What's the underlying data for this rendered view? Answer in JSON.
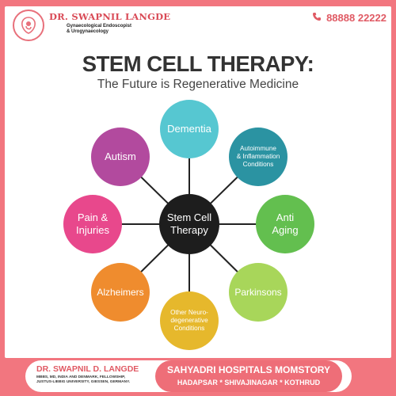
{
  "header": {
    "brand_name": "DR. SWAPNIL LANGDE",
    "brand_sub_line1": "Gynaecological Endoscopist",
    "brand_sub_line2": "& Urogynaecology",
    "phone": "88888 22222",
    "logo_icon": "uterus-fetus-logo-icon",
    "phone_icon": "phone-icon"
  },
  "title": "STEM CELL THERAPY:",
  "subtitle": "The Future is Regenerative Medicine",
  "diagram": {
    "center": {
      "label": "Stem Cell\nTherapy",
      "color": "#1d1d1d"
    },
    "nodes": [
      {
        "key": "dementia",
        "label": "Dementia",
        "color": "#56c7d1"
      },
      {
        "key": "autoimmune",
        "label": "Autoimmune\n& Inflammation\nConditions",
        "color": "#2b93a2"
      },
      {
        "key": "anti-aging",
        "label": "Anti\nAging",
        "color": "#63bf4f"
      },
      {
        "key": "parkinsons",
        "label": "Parkinsons",
        "color": "#a8d65a"
      },
      {
        "key": "other-neuro",
        "label": "Other Neuro-\ndegenerative\nConditions",
        "color": "#e6b82c"
      },
      {
        "key": "alzheimers",
        "label": "Alzheimers",
        "color": "#ef8c2e"
      },
      {
        "key": "pain-injuries",
        "label": "Pain &\nInjuries",
        "color": "#e8488c"
      },
      {
        "key": "autism",
        "label": "Autism",
        "color": "#b24a9e"
      }
    ]
  },
  "footer": {
    "doctor": "DR. SWAPNIL D. LANGDE",
    "cred_line1": "MBBS, MD, INDIA AND DENMARK, FELLOWSHIP,",
    "cred_line2": "JUSTUS-LIEBIG UNIVERSITY, GIESSEN, GERMANY.",
    "hospital": "SAHYADRI HOSPITALS MOMSTORY",
    "locations": "HADAPSAR * SHIVAJINAGAR * KOTHRUD"
  }
}
